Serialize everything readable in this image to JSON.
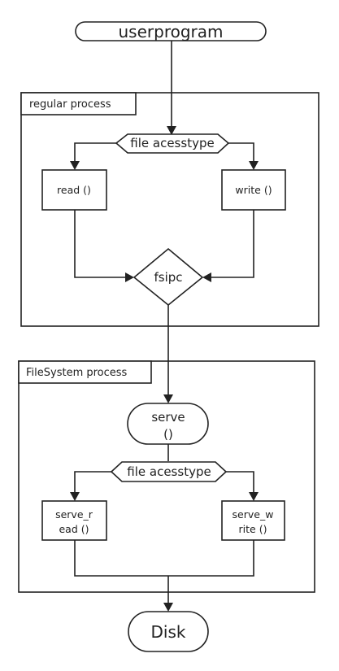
{
  "diagram": {
    "groups": {
      "regular": {
        "label": "regular process"
      },
      "filesystem": {
        "label": "FileSystem process"
      }
    },
    "nodes": {
      "userprogram": {
        "label": "userprogram"
      },
      "access_type_1": {
        "label": "file acesstype"
      },
      "read": {
        "label": "read ()"
      },
      "write": {
        "label": "write ()"
      },
      "fsipc": {
        "label": "fsipc"
      },
      "serve": {
        "line1": "serve",
        "line2": "()"
      },
      "access_type_2": {
        "label": "file acesstype"
      },
      "serve_read": {
        "line1": "serve_r",
        "line2": "ead ()"
      },
      "serve_write": {
        "line1": "serve_w",
        "line2": "rite ()"
      },
      "disk": {
        "label": "Disk"
      }
    },
    "colors": {
      "stroke": "#222222",
      "fill": "#ffffff"
    }
  }
}
